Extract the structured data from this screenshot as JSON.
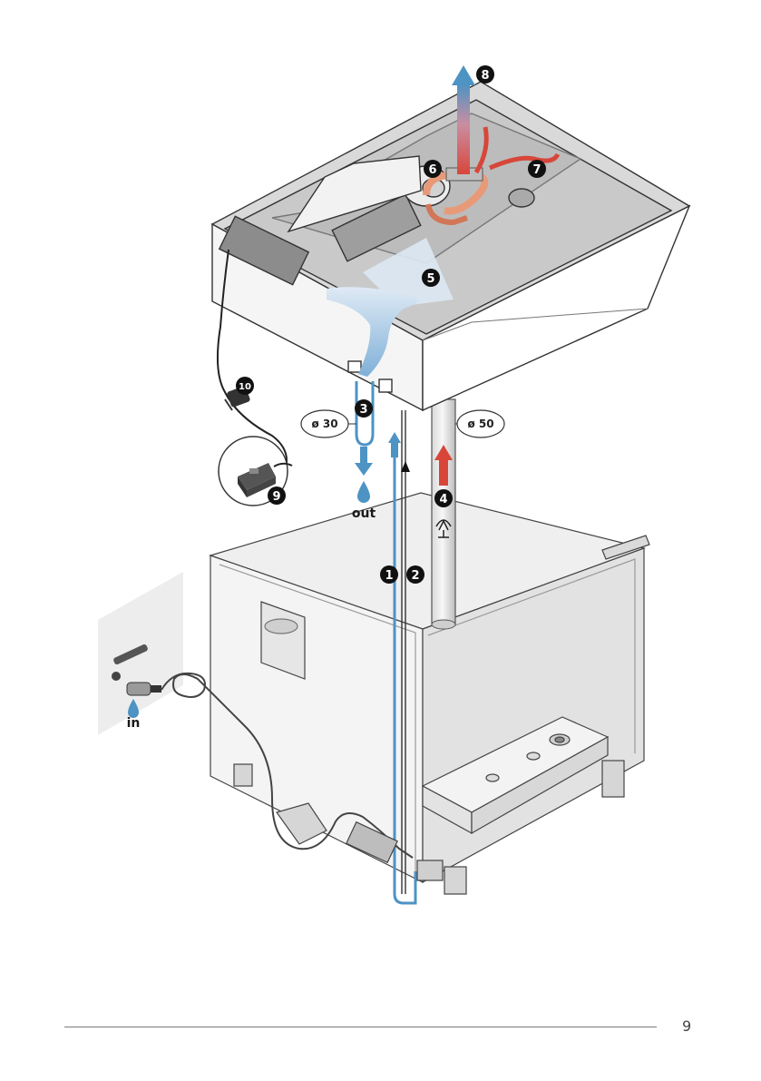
{
  "page": {
    "number": "9"
  },
  "callouts": [
    "1",
    "2",
    "3",
    "4",
    "5",
    "6",
    "7",
    "8",
    "9",
    "10"
  ],
  "labels": {
    "inlet": "in",
    "outlet": "out",
    "drain_diameter": "ø 30",
    "exhaust_diameter": "ø 50"
  },
  "colors": {
    "cold_water": "#4d93c4",
    "hot_air": "#d8463a",
    "cool_air": "#a9cbe8",
    "copper": "#e89a78",
    "callout_fill": "#111111",
    "line": "#222222"
  },
  "icons": [
    "water-drop-icon",
    "fan-icon",
    "power-plug-icon",
    "hose-connector-icon",
    "flow-arrow-icon"
  ]
}
